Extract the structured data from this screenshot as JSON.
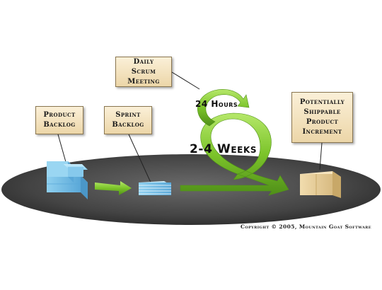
{
  "diagram": {
    "labels": {
      "daily_scrum": "Daily Scrum\nMeeting",
      "product_backlog": "Product\nBacklog",
      "sprint_backlog": "Sprint\nBacklog",
      "increment": "Potentially\nShippable\nProduct\nIncrement"
    },
    "cycle_short": "24 Hours",
    "cycle_long": "2-4 Weeks",
    "copyright": "Copyright © 2005, Mountain Goat Software"
  },
  "colors": {
    "platform": "#3d3d3d",
    "arrow_green": "#7cc42a",
    "label_fill": "#f4e2bc",
    "backlog_blue": "#7fc6ec",
    "box_tan": "#e8cf9a"
  }
}
